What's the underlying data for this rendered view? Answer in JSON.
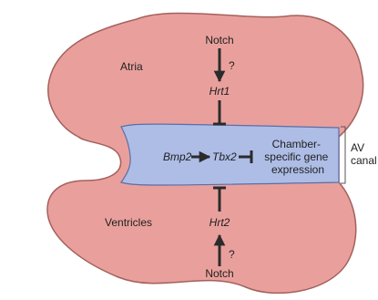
{
  "diagram": {
    "atria": {
      "region_label": "Atria",
      "signal": "Notch",
      "uncertain_mark": "?",
      "gene": "Hrt1"
    },
    "ventricles": {
      "region_label": "Ventricles",
      "signal": "Notch",
      "uncertain_mark": "?",
      "gene": "Hrt2"
    },
    "av_canal": {
      "upstream_gene": "Bmp2",
      "target_gene": "Tbx2",
      "repressed_target_lines": [
        "Chamber-",
        "specific gene",
        "expression"
      ],
      "bracket_label_lines": [
        "AV",
        "canal"
      ]
    },
    "colors": {
      "chamber_fill": "#e9a09c",
      "chamber_edge": "#a4605c",
      "canal_fill": "#aebde6",
      "canal_edge": "#5a6ea8",
      "arrow": "#2b2b2b"
    }
  }
}
